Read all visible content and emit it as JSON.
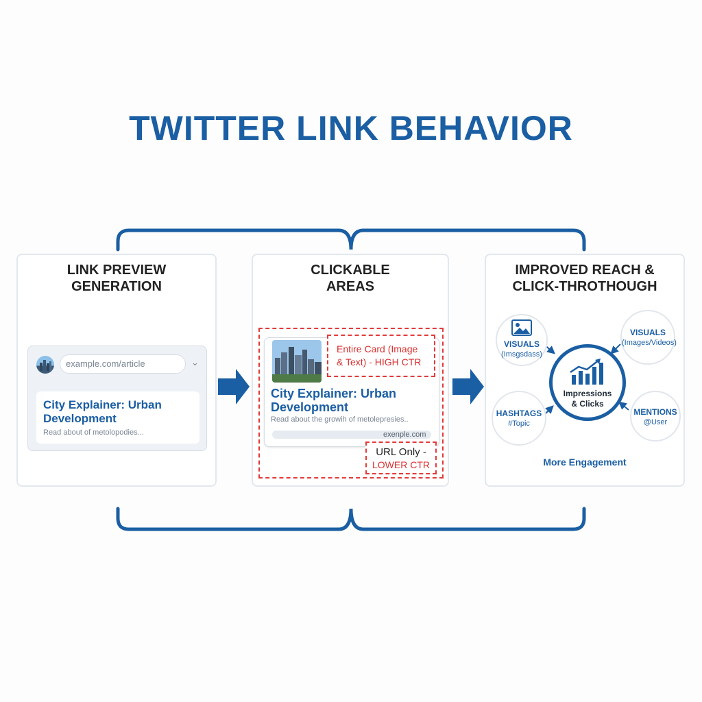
{
  "title": "TWITTER LINK BEHAVIOR",
  "colors": {
    "accent": "#1a5ea3",
    "highlight": "#e23a3a",
    "panel_border": "#e2e8ef"
  },
  "panels": [
    {
      "heading": "LINK PREVIEW GENERATION",
      "heading_lines": [
        "LINK PREVIEW",
        "GENERATION"
      ],
      "url_field": "example.com/article",
      "card_title": "City Explainer: Urban Development",
      "card_subtitle": "Read about of metolopodies..."
    },
    {
      "heading": "CLICKABLE AREAS",
      "heading_lines": [
        "CLICKABLE",
        "AREAS"
      ],
      "card_title": "City Explainer: Urban Development",
      "card_subtitle": "Read about the growih of metolepresies..",
      "card_url": "exenple.com",
      "high_ctr_label": "Entire Card (Image & Text) - HIGH CTR",
      "high_ctr_lines": [
        "Entire Card (Image",
        "& Text) - HIGH CTR"
      ],
      "low_ctr_lines": [
        "URL Only -",
        "LOWER CTR"
      ]
    },
    {
      "heading": "IMPROVED REACH & CLICK-THROTHOUGH",
      "heading_lines": [
        "IMPROVED REACH &",
        "CLICK-THROTHOUGH"
      ],
      "center_lines": [
        "Impressions",
        "& Clicks"
      ],
      "nodes": [
        {
          "label": "VISUALS",
          "sub": "(Imsgsdass)",
          "icon": "image-icon"
        },
        {
          "label": "VISUALS",
          "sub": "(Images/Videos)"
        },
        {
          "label": "HASHTAGS",
          "sub": "#Topic"
        },
        {
          "label": "MENTIONS",
          "sub": "@User"
        }
      ],
      "footer": "More Engagement"
    }
  ]
}
